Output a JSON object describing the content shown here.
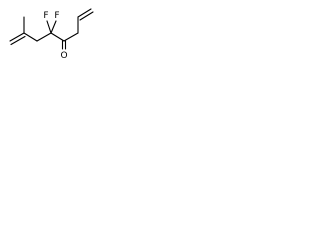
{
  "structure": {
    "atoms": [
      {
        "id": "F1",
        "label": "F"
      },
      {
        "id": "F2",
        "label": "F"
      },
      {
        "id": "O",
        "label": "O"
      }
    ],
    "bonds": [
      {
        "id": "b1",
        "order": 2,
        "from": "C1",
        "to": "C2"
      },
      {
        "id": "b2",
        "order": 1,
        "from": "C2",
        "to": "CH3"
      },
      {
        "id": "b3",
        "order": 1,
        "from": "C2",
        "to": "C3"
      },
      {
        "id": "b4",
        "order": 1,
        "from": "C3",
        "to": "C4"
      },
      {
        "id": "b5",
        "order": 1,
        "from": "C4",
        "to": "F1"
      },
      {
        "id": "b6",
        "order": 1,
        "from": "C4",
        "to": "F2"
      },
      {
        "id": "b7",
        "order": 1,
        "from": "C4",
        "to": "C5"
      },
      {
        "id": "b8",
        "order": 2,
        "from": "C5",
        "to": "O"
      },
      {
        "id": "b9",
        "order": 1,
        "from": "C5",
        "to": "C6"
      },
      {
        "id": "b10",
        "order": 1,
        "from": "C6",
        "to": "C7"
      },
      {
        "id": "b11",
        "order": 2,
        "from": "C7",
        "to": "C8"
      }
    ]
  }
}
